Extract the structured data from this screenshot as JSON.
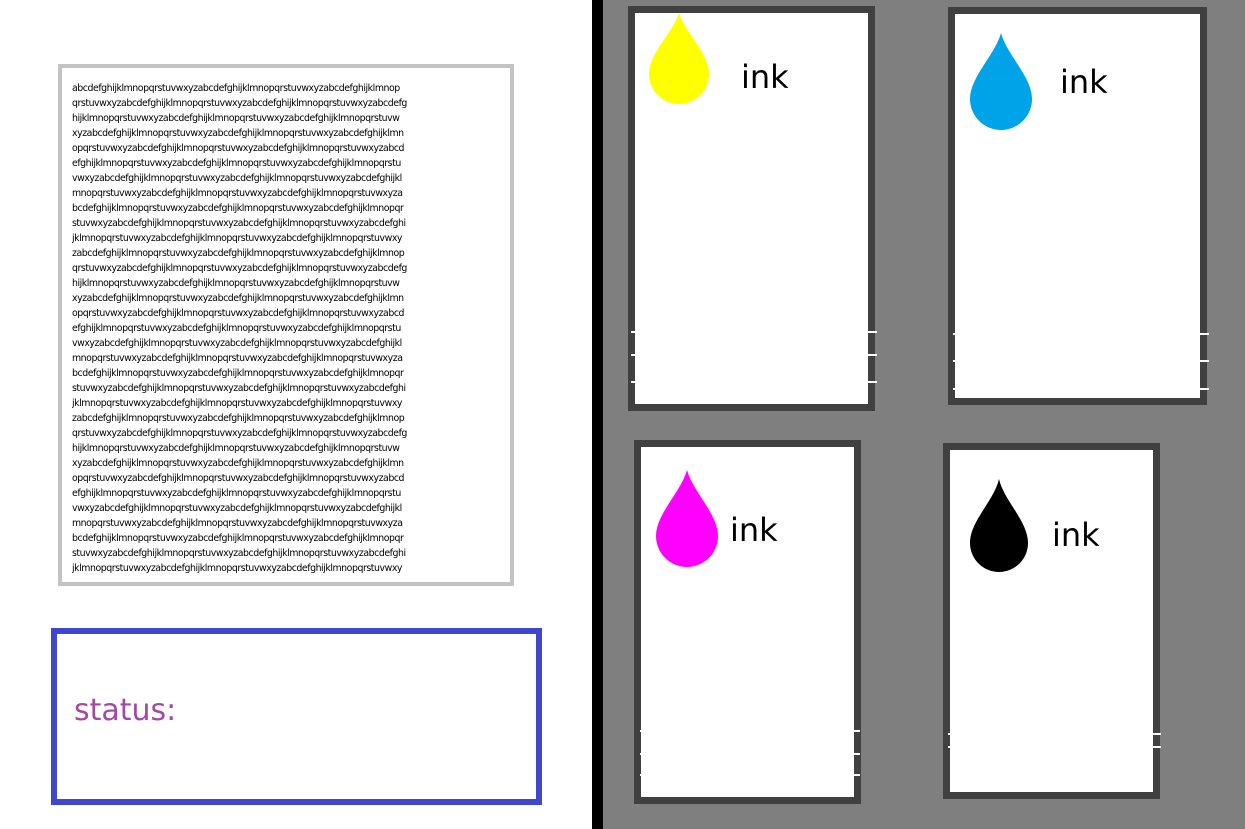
{
  "document": {
    "lines": [
      "abcdefghijklmnopqrstuvwxyzabcdefghijklmnopqrstuvwxyzabcdefghijklmnop",
      "qrstuvwxyzabcdefghijklmnopqrstuvwxyzabcdefghijklmnopqrstuvwxyzabcdefg",
      "hijklmnopqrstuvwxyzabcdefghijklmnopqrstuvwxyzabcdefghijklmnopqrstuvw",
      "xyzabcdefghijklmnopqrstuvwxyzabcdefghijklmnopqrstuvwxyzabcdefghijklmn",
      "opqrstuvwxyzabcdefghijklmnopqrstuvwxyzabcdefghijklmnopqrstuvwxyzabcd",
      "efghijklmnopqrstuvwxyzabcdefghijklmnopqrstuvwxyzabcdefghijklmnopqrstu",
      "vwxyzabcdefghijklmnopqrstuvwxyzabcdefghijklmnopqrstuvwxyzabcdefghijkl",
      "mnopqrstuvwxyzabcdefghijklmnopqrstuvwxyzabcdefghijklmnopqrstuvwxyza",
      "bcdefghijklmnopqrstuvwxyzabcdefghijklmnopqrstuvwxyzabcdefghijklmnopqr",
      "stuvwxyzabcdefghijklmnopqrstuvwxyzabcdefghijklmnopqrstuvwxyzabcdefghi",
      "jklmnopqrstuvwxyzabcdefghijklmnopqrstuvwxyzabcdefghijklmnopqrstuvwxy",
      "zabcdefghijklmnopqrstuvwxyzabcdefghijklmnopqrstuvwxyzabcdefghijklmnop",
      "qrstuvwxyzabcdefghijklmnopqrstuvwxyzabcdefghijklmnopqrstuvwxyzabcdefg",
      "hijklmnopqrstuvwxyzabcdefghijklmnopqrstuvwxyzabcdefghijklmnopqrstuvw",
      "xyzabcdefghijklmnopqrstuvwxyzabcdefghijklmnopqrstuvwxyzabcdefghijklmn",
      "opqrstuvwxyzabcdefghijklmnopqrstuvwxyzabcdefghijklmnopqrstuvwxyzabcd",
      "efghijklmnopqrstuvwxyzabcdefghijklmnopqrstuvwxyzabcdefghijklmnopqrstu",
      "vwxyzabcdefghijklmnopqrstuvwxyzabcdefghijklmnopqrstuvwxyzabcdefghijkl",
      "mnopqrstuvwxyzabcdefghijklmnopqrstuvwxyzabcdefghijklmnopqrstuvwxyza",
      "bcdefghijklmnopqrstuvwxyzabcdefghijklmnopqrstuvwxyzabcdefghijklmnopqr",
      "stuvwxyzabcdefghijklmnopqrstuvwxyzabcdefghijklmnopqrstuvwxyzabcdefghi",
      "jklmnopqrstuvwxyzabcdefghijklmnopqrstuvwxyzabcdefghijklmnopqrstuvwxy",
      "zabcdefghijklmnopqrstuvwxyzabcdefghijklmnopqrstuvwxyzabcdefghijklmnop",
      "qrstuvwxyzabcdefghijklmnopqrstuvwxyzabcdefghijklmnopqrstuvwxyzabcdefg",
      "hijklmnopqrstuvwxyzabcdefghijklmnopqrstuvwxyzabcdefghijklmnopqrstuvw",
      "xyzabcdefghijklmnopqrstuvwxyzabcdefghijklmnopqrstuvwxyzabcdefghijklmn",
      "opqrstuvwxyzabcdefghijklmnopqrstuvwxyzabcdefghijklmnopqrstuvwxyzabcd",
      "efghijklmnopqrstuvwxyzabcdefghijklmnopqrstuvwxyzabcdefghijklmnopqrstu",
      "vwxyzabcdefghijklmnopqrstuvwxyzabcdefghijklmnopqrstuvwxyzabcdefghijkl",
      "mnopqrstuvwxyzabcdefghijklmnopqrstuvwxyzabcdefghijklmnopqrstuvwxyza",
      "bcdefghijklmnopqrstuvwxyzabcdefghijklmnopqrstuvwxyzabcdefghijklmnopqr",
      "stuvwxyzabcdefghijklmnopqrstuvwxyzabcdefghijklmnopqrstuvwxyzabcdefghi",
      "jklmnopqrstuvwxyzabcdefghijklmnopqrstuvwxyzabcdefghijklmnopqrstuvwxy"
    ]
  },
  "status": {
    "label": "status:"
  },
  "cartridges": [
    {
      "name": "yellow",
      "label": "ink",
      "color": "#ffff00",
      "icon": "ink-drop-icon"
    },
    {
      "name": "cyan",
      "label": "ink",
      "color": "#00a2e8",
      "icon": "ink-drop-icon"
    },
    {
      "name": "magenta",
      "label": "ink",
      "color": "#ff00ff",
      "icon": "ink-drop-icon"
    },
    {
      "name": "black",
      "label": "ink",
      "color": "#000000",
      "icon": "ink-drop-icon"
    }
  ],
  "colors": {
    "document_border": "#c3c3c3",
    "status_border": "#3f48cc",
    "status_text": "#a349a4",
    "panel_background": "#7f7f7f",
    "card_border": "#404040"
  }
}
